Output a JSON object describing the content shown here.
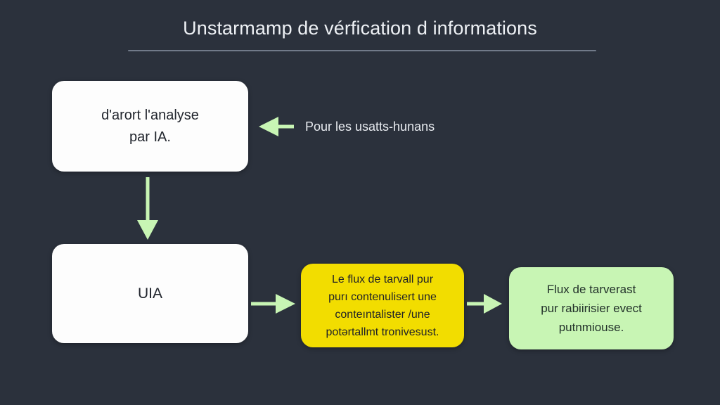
{
  "slide": {
    "background_color": "#2b313c",
    "accent_color": "#c8f5b4",
    "title": "Unstarmamp de vérfication d informations"
  },
  "nodes": {
    "analysis": {
      "label": "d'arort l'analyse\npar IA.",
      "color": "#fdfdfd"
    },
    "uia": {
      "label": "UIA",
      "color": "#fdfdfd"
    },
    "workflow": {
      "label": "Le flux de tarvall pur\npurı contenulisert une\nconteıntalister /une\npotərtallmt tronivesust.",
      "color": "#f2dd00"
    },
    "outcome": {
      "label": "Flux de tarverast\npur rabiirisier evect\nputnmiouse.",
      "color": "#c8f5b4"
    }
  },
  "annotations": {
    "humans": {
      "label": "Pour les usatts-hunans"
    }
  }
}
